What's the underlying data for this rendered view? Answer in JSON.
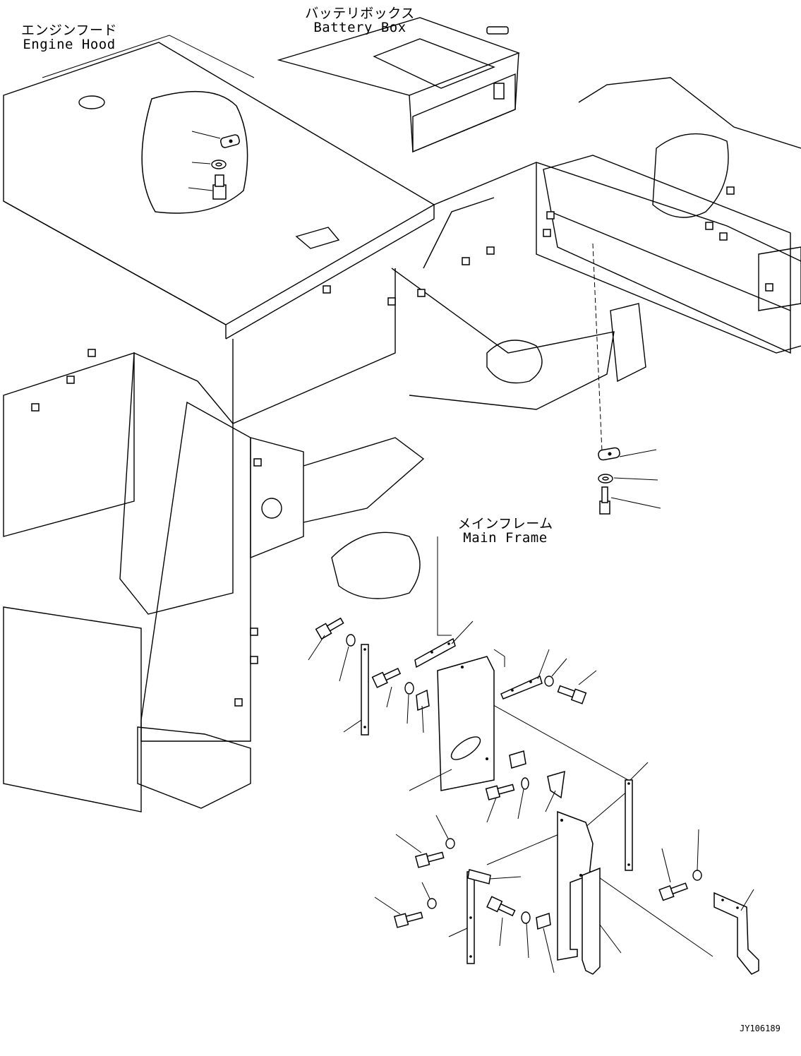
{
  "labels": {
    "engine_hood": {
      "jp": "エンジンフード",
      "en": "Engine Hood"
    },
    "battery_box": {
      "jp": "バッテリボックス",
      "en": "Battery Box"
    },
    "main_frame": {
      "jp": "メインフレーム",
      "en": "Main Frame"
    }
  },
  "drawing_code": "JY106189"
}
